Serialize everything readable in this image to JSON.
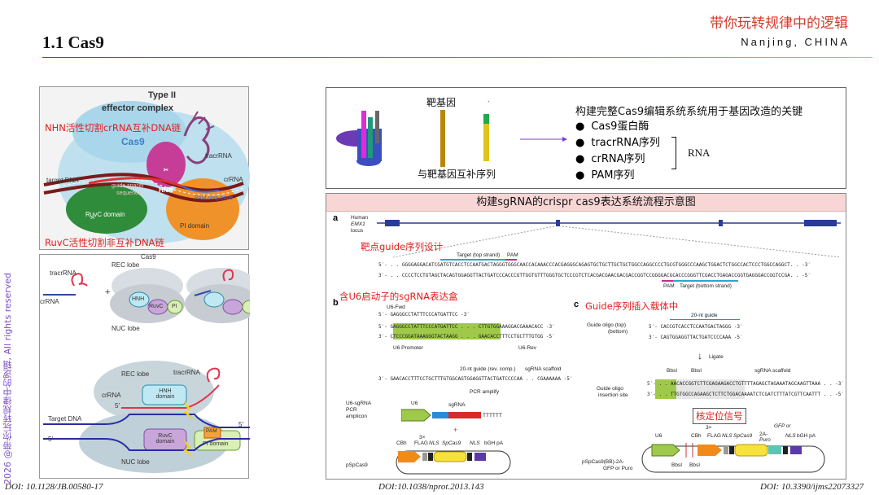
{
  "header": {
    "title": "1.1 Cas9",
    "brand": "带你玩转规律中的逻辑",
    "location": "Nanjing, CHINA"
  },
  "sidebar": {
    "copyright": "2026 @带你玩转规律中的逻辑,   All rights reserved"
  },
  "footer": {
    "doi_left": "DOI: 10.1128/JB.00580-17",
    "doi_center": "DOI:10.1038/nprot.2013.143",
    "doi_right": "DOI: 10.3390/ijms22073327"
  },
  "panel1": {
    "title_line1": "Type II",
    "title_line2": "effector complex",
    "cas9": "Cas9",
    "tracrRNA": "tracrRNA",
    "target_dna": "target DNA",
    "crRNA": "crRNA",
    "hnh": "HNH",
    "guide_spacer": "guide spacer",
    "sequence": "sequence",
    "pam_sequence": "PAM sequence",
    "ruvc": "RuvC domain",
    "pi": "PI domain",
    "annot_hnh": "NHN活性切割crRNA互补DNA链",
    "annot_ruvc": "RuvC活性切割非互补DNA链"
  },
  "panel2": {
    "tracrRNA": "tracrRNA",
    "crRNA": "crRNA",
    "plus": "+",
    "cas9": "Cas9",
    "rec_lobe": "REC lobe",
    "nuc_lobe": "NUC lobe",
    "hnh": "HNH",
    "ruvc": "RuvC",
    "pi": "PI",
    "rec_lobe2": "REC lobe",
    "tracrRNA2": "tracrRNA",
    "hnh_domain": "HNH domain",
    "crRNA2": "crRNA",
    "five_prime": "5′",
    "target_dna": "Target DNA",
    "ruvc_domain": "RuvC domain",
    "pam": "PAM",
    "pi_domain": "PI domain",
    "three_prime": "5′",
    "five_prime2": "5′",
    "nuc_lobe2": "NUC lobe"
  },
  "panel3": {
    "target_gene": "靶基因",
    "complement": "与靶基因互补序列",
    "heading": "构建完整Cas9编辑系统系统用于基因改造的关键",
    "items": [
      "Cas9蛋白酶",
      "tracrRNA序列",
      "crRNA序列",
      "PAM序列"
    ],
    "rna": "RNA"
  },
  "panel4": {
    "banner": "构建sgRNA的crispr cas9表达系统流程示意图",
    "a": "a",
    "human": "Human",
    "emx1": "EMX1",
    "locus": "locus",
    "annot_a": "靶点guide序列设计",
    "target_top": "Target (top strand)",
    "pam_top": "PAM",
    "seq1": "5′- . . GGGGAGGACATCGATGTCACCTCCAATGACTAGGGTGGGCAACCACAAACCCACGAGGGCAGAGTGCTGCTTGCTGCTGGCCAGGCCCCTGCGTGGGCCCAAGCTGGACTCTGGCCACTCCCTGGCCAGGCT. . -3′",
    "seq2": "3′- . . CCCCTCCTGTAGCTACAGTGGAGGTTACTGATCCCACCCGTTGGTGTTTGGGTGCTCCCGTCTCACGACGAACGACGACCGGTCCGGGGACGCACCCGGGTTCGACCTGAGACCGGTGAGGGACCGGTCCGA. . -5′",
    "pam_bottom": "PAM",
    "target_bottom": "Target (bottom strand)",
    "b": "b",
    "annot_b": "含U6启动子的sgRNA表达盒",
    "u6_fwd": "U6-Fwd",
    "u6_fwd_seq": "5′- GAGGGCCTATTTCCCATGATTCC -3′",
    "u6_prom_seq1": "5′- GAGGGCCTATTTCCCATGATTCC . . . CTTGTGGAAAGGACGAAACACC -3′",
    "u6_prom_seq2": "3′- CTCCCGGATAAAGGGTACTAAGG . . . GAACACCTTTCCTGCTTTGTGG -5′",
    "u6_promoter": "U6 Promoter",
    "u6_rev": "U6-Rev",
    "guide_rc": "20-nt guide (rev. comp.)",
    "sgrna_scaffold": "sgRNA scaffold",
    "u6_rev_seq": "3′- GAACACCTTTCCTGCTTTGTGGCAGTGGAGGTTACTGATCCCCAA . . CGAAAAAA -5′",
    "pcr_amplify": "PCR amplify",
    "u6_sgrna": "U6-sgRNA",
    "pcr": "PCR",
    "amplicon": "amplicon",
    "u6": "U6",
    "sgrna": "sgRNA",
    "t_tail": "TTTTTT",
    "plus": "+",
    "threex": "3×",
    "cbh": "CBh",
    "flag": "FLAG",
    "nls": "NLS",
    "spcas9": "SpCas9",
    "nls2": "NLS",
    "bgh": "bGH pA",
    "pspcas9": "pSpCas9",
    "c": "c",
    "annot_c": "Guide序列插入载体中",
    "nt20_guide": "20-nt guide",
    "guide_oligo_top": "Guide oligo (top)",
    "guide_oligo_bottom": "(bottom)",
    "oligo_seq1": "5′- CACCGTCACCTCCAATGACTAGGG -3′",
    "oligo_seq2": "3′- CAGTGGAGGTTACTGATCCCCAAA -5′",
    "ligate": "Ligate",
    "bbsi1": "BbsI",
    "bbsi2": "BbsI",
    "sgrna_scaffold2": "sgRNA scaffold",
    "guide_oligo_ins": "Guide oligo",
    "insertion_site": "insertion site",
    "ins_seq1": "5′- . . AACACCGGTCTTCGAGAAGACCTGTTTTAGAGCTAGAAATAGCAAGTTAAA . . -3′",
    "ins_seq2": "3′- . . TTGTGGCCAGAAGCTCTTCTGGACAAAATCTCGATCTTTATCGTTCAATTT . . -5′",
    "annot_signal": "核定位信号",
    "u6b": "U6",
    "cbh2": "CBh",
    "threex2": "3×",
    "flag2": "FLAG",
    "nls3": "NLS",
    "spcas9b": "SpCas9",
    "twoa": "2A-",
    "gfp_or": "GFP or",
    "puro": "Puro",
    "nls4": "NLS",
    "bgh2": "bGH pA",
    "pspcas9bb": "pSpCas9(BB)-2A-",
    "gfp_puro": "GFP or Puro",
    "bbsi3": "BbsI",
    "bbsi4": "BbsI"
  }
}
